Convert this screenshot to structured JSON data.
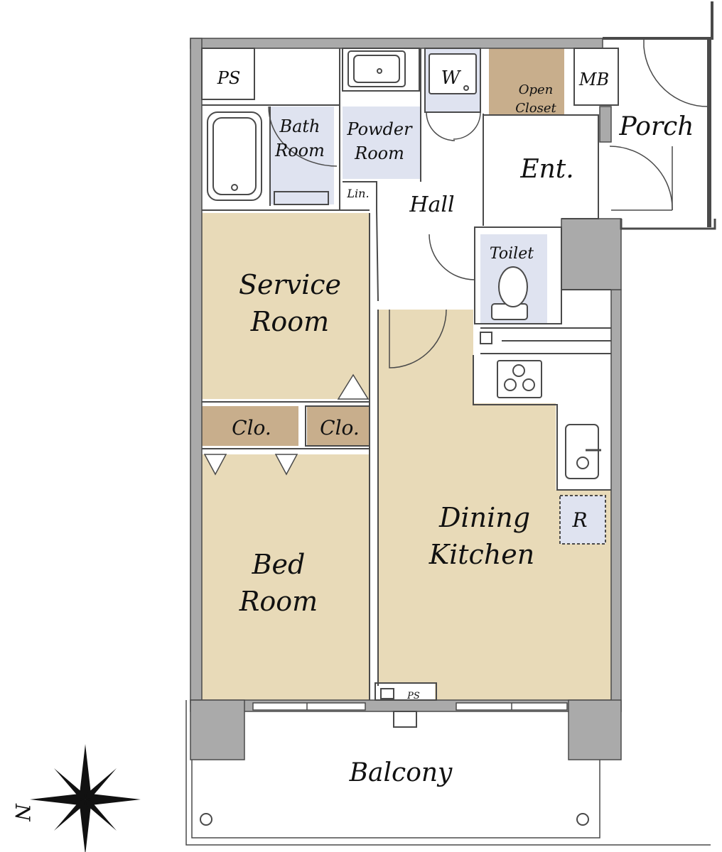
{
  "rooms": {
    "ps_top": "PS",
    "bath": [
      "Bath",
      "Room"
    ],
    "powder": [
      "Powder",
      "Room"
    ],
    "washer": "W",
    "open_closet": [
      "Open",
      "Closet"
    ],
    "mb": "MB",
    "porch": "Porch",
    "entrance": "Ent.",
    "linen": "Lin.",
    "hall": "Hall",
    "toilet": "Toilet",
    "service": [
      "Service",
      "Room"
    ],
    "closet_left": "Clo.",
    "closet_right": "Clo.",
    "dining": [
      "Dining",
      "Kitchen"
    ],
    "refrigerator": "R",
    "bed": [
      "Bed",
      "Room"
    ],
    "ps_bottom": "PS",
    "balcony": "Balcony"
  },
  "compass": {
    "north_letter": "N"
  },
  "colors": {
    "wall": "#aaaaaa",
    "room_beige": "#e8dab8",
    "closet_brown": "#c8ae8c",
    "wet_blue": "#dfe3f0",
    "line": "#4a4a4a"
  }
}
